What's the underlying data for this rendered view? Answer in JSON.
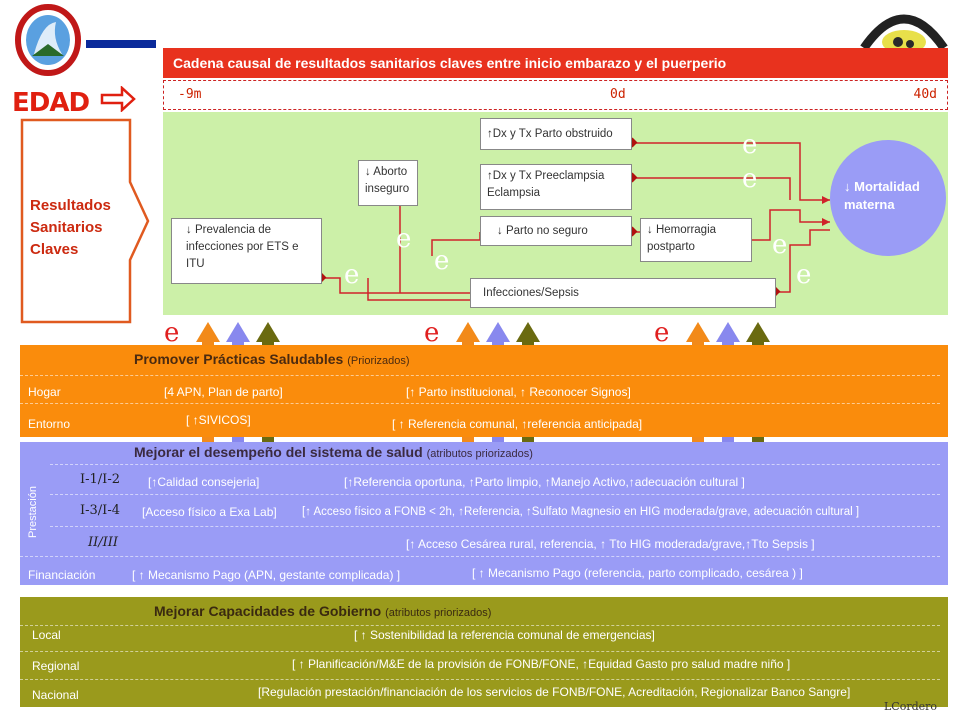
{
  "header": {
    "title": "Cadena causal de resultados sanitarios claves entre inicio embarazo y el puerperio",
    "timeline": {
      "start": "-9m",
      "mid": "0d",
      "end": "40d"
    }
  },
  "left": {
    "edad": "EDAD",
    "outcomes_label": [
      "Resultados",
      "Sanitarios",
      "Claves"
    ]
  },
  "diagram": {
    "boxes": {
      "prevalencia": "↓ Prevalencia de infecciones por ETS e ITU",
      "aborto": "↓ Aborto inseguro",
      "obstruido": "↑Dx y Tx Parto obstruido",
      "preeclampsia": "↑Dx y Tx Preeclampsia Eclampsia",
      "parto_no_seguro": "↓ Parto no seguro",
      "hemorragia": "↓ Hemorragia postparto",
      "infecciones": "Infecciones/Sepsis"
    },
    "outcome": "↓ Mortalidad materna",
    "symbol": "e"
  },
  "promover": {
    "title": "Promover Prácticas Saludables",
    "subtitle": "(Priorizados)",
    "rows": [
      {
        "label": "Hogar",
        "left": "[4 APN, Plan de parto]",
        "right": "[↑ Parto institucional, ↑ Reconocer Signos]"
      },
      {
        "label": "Entorno",
        "left": "[ ↑SIVICOS]",
        "right": "[ ↑ Referencia comunal, ↑referencia anticipada]"
      }
    ]
  },
  "mejorar": {
    "title": "Mejorar el desempeño del sistema de salud",
    "subtitle": "(atributos priorizados)",
    "side_label": "Prestación",
    "rows": [
      {
        "label": "I-1/I-2",
        "left": "[↑Calidad consejeria]",
        "right": "[↑Referencia oportuna, ↑Parto limpio, ↑Manejo Activo,↑adecuación cultural ]"
      },
      {
        "label": "I-3/I-4",
        "left": "[Acceso físico a  Exa Lab]",
        "right": "[↑ Acceso físico a FONB < 2h, ↑Referencia, ↑Sulfato Magnesio en HIG moderada/grave,  adecuación cultural ]"
      },
      {
        "label": "II/III",
        "left": "",
        "right": "[↑ Acceso Cesárea rural, referencia, ↑ Tto HIG moderada/grave,↑Tto  Sepsis ]"
      },
      {
        "label": "Financiación",
        "left": "[ ↑ Mecanismo Pago (APN, gestante complicada) ]",
        "right": "[ ↑ Mecanismo Pago (referencia, parto complicado, cesárea  ) ]"
      }
    ]
  },
  "gobierno": {
    "title": "Mejorar Capacidades de Gobierno",
    "subtitle": "(atributos priorizados)",
    "rows": [
      {
        "label": "Local",
        "text": "[ ↑ Sostenibilidad la referencia comunal de emergencias]"
      },
      {
        "label": "Regional",
        "text": "[ ↑ Planificación/M&E de la provisión de FONB/FONE, ↑Equidad Gasto pro salud madre niño ]"
      },
      {
        "label": "Nacional",
        "text": "[Regulación prestación/financiación de los servicios de FONB/FONE, Acreditación, Regionalizar Banco Sangre]"
      }
    ]
  },
  "footer": {
    "author": "LCordero"
  },
  "colors": {
    "title_bar": "#e8321e",
    "green_zone": "#ccf0a8",
    "orange": "#fa8c0c",
    "blue": "#9a9cf6",
    "olive": "#9a9a1c",
    "outcome_circle": "#9a9cf6"
  },
  "icons": [
    "gobierno-regional-ayacucho-logo",
    "direccion-regional-de-salud-logo"
  ]
}
